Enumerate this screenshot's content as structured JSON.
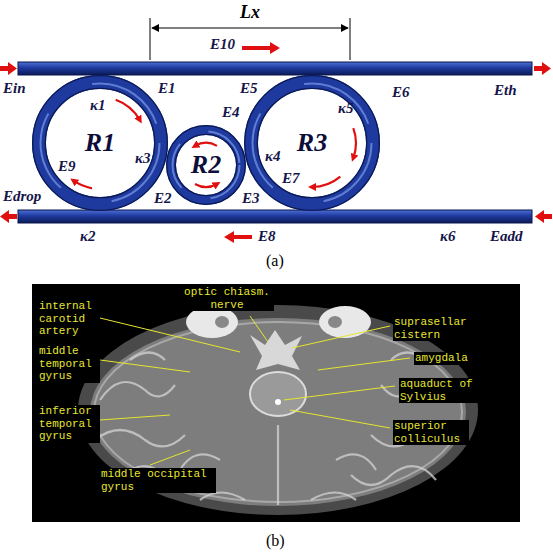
{
  "diagram": {
    "nodes": [
      {
        "text": [
          "R1"
        ]
      },
      {
        "text": [
          "R2"
        ]
      },
      {
        "text": [
          "R3"
        ]
      }
    ],
    "labels": [
      "Lx",
      "E10",
      "Ein",
      "E1",
      "κ1",
      "κ3",
      "E9",
      "E2",
      "E4",
      "E5",
      "E3",
      "E6",
      "κ5",
      "κ4",
      "E7",
      "Eth",
      "Edrop",
      "κ2",
      "E8",
      "κ6",
      "Eadd",
      "(a)",
      "optic chiasm. nerve",
      "internal carotid artery",
      "suprasellar cistern",
      "middle temporal gyrus",
      "amygdala",
      "aquaduct of Sylvius",
      "inferior temporal gyrus",
      "superior colliculus",
      "middle occipital gyrus",
      "(b)"
    ]
  }
}
